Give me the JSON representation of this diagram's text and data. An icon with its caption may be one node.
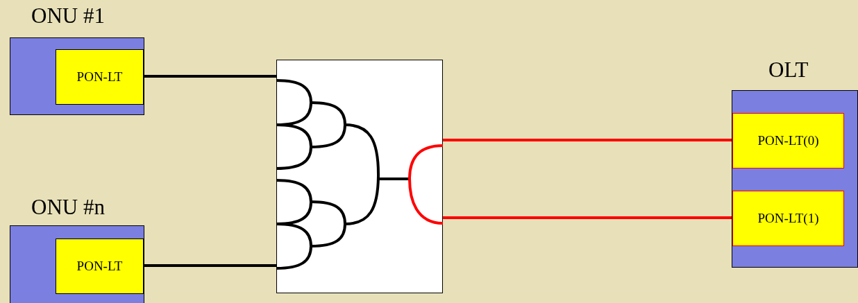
{
  "diagram": {
    "nodes": [
      {
        "text": [
          "ONU #1"
        ]
      },
      {
        "text": [
          "PON-LT"
        ],
        "in": 0
      },
      {
        "text": [
          "ONU #n"
        ]
      },
      {
        "text": [
          "PON-LT"
        ],
        "in": 2
      },
      {
        "text": [],
        "shape": "box"
      },
      {
        "text": [
          "OLT"
        ]
      },
      {
        "text": [
          "PON-LT(0)"
        ],
        "in": 5
      },
      {
        "text": [
          "PON-LT(1)"
        ],
        "in": 5
      }
    ],
    "edges": [
      {
        "from": 1,
        "to": 4,
        "arrow": "none"
      },
      {
        "from": 3,
        "to": 4,
        "arrow": "none"
      },
      {
        "from": 4,
        "to": 6,
        "arrow": "none",
        "color": "#ff0000"
      },
      {
        "from": 4,
        "to": 7,
        "arrow": "none",
        "color": "#ff0000"
      }
    ]
  }
}
